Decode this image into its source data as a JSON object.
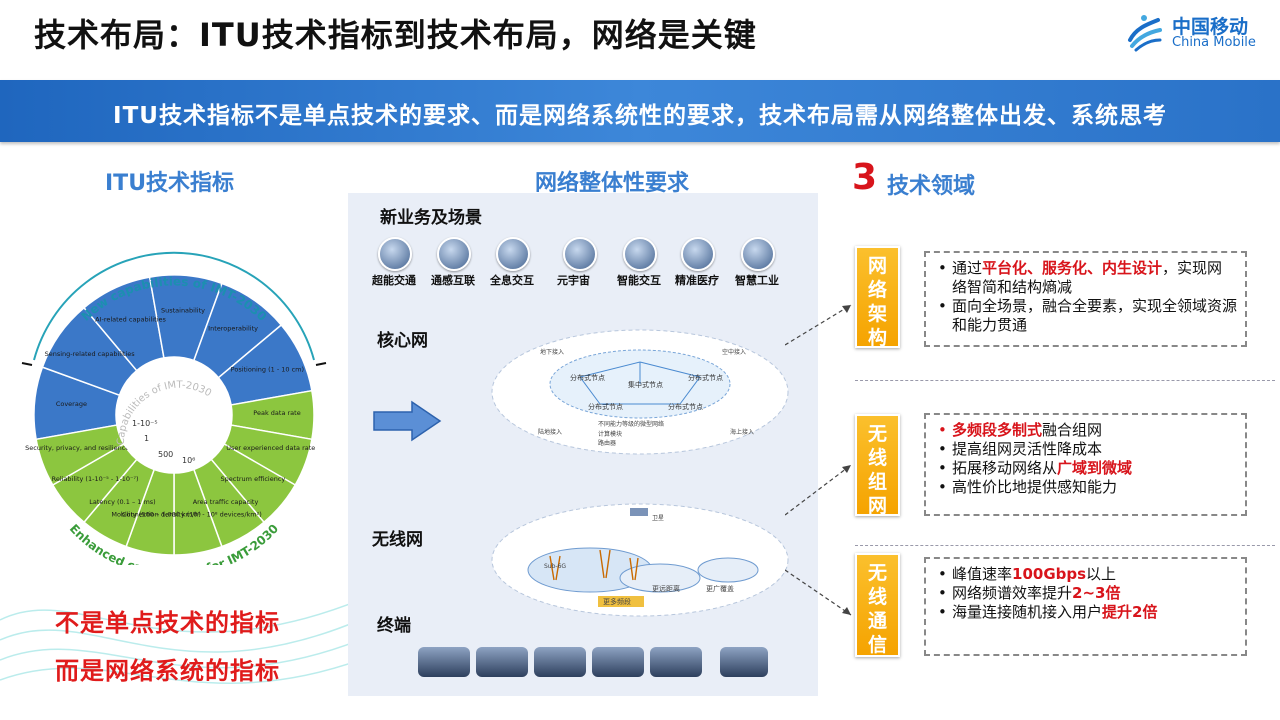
{
  "header": {
    "title": "技术布局：ITU技术指标到技术布局，网络是关键",
    "logo_cn": "中国移动",
    "logo_en": "China Mobile"
  },
  "banner": {
    "text": "ITU技术指标不是单点技术的要求、而是网络系统性的要求，技术布局需从网络整体出发、系统思考"
  },
  "left": {
    "heading": "ITU技术指标",
    "arc_top": "New capabilities of IMT-2030",
    "arc_bottom": "Enhanced capabilities for IMT-2030",
    "center_label": "Capabilities of IMT-2030",
    "blue_segments": [
      "Coverage",
      "Sensing-related capabilities",
      "AI-related capabilities",
      "Sustainability",
      "Interoperability",
      "Positioning (1 - 10 cm)"
    ],
    "green_segments": [
      "Peak data rate",
      "User experienced data rate",
      "Spectrum efficiency",
      "Area traffic capacity",
      "Connection density (10⁶ - 10⁸ devices/km²)",
      "Mobility (500 – 1,000 km/h)",
      "Latency (0.1 – 1 ms)",
      "Reliability (1-10⁻⁵ - 1-10⁻⁷)",
      "Security, privacy, and resilience"
    ],
    "scale_labels": [
      "1-10⁻⁵",
      "1",
      "500",
      "10⁶"
    ],
    "claim1": "不是单点技术的指标",
    "claim2": "而是网络系统的指标"
  },
  "middle": {
    "heading": "网络整体性要求",
    "scenes_title": "新业务及场景",
    "scenes": [
      "超能交通",
      "通感互联",
      "全息交互",
      "元宇宙",
      "智能交互",
      "精准医疗",
      "智慧工业"
    ],
    "core_label": "核心网",
    "core_nodes": [
      "分布式节点",
      "集中式节点",
      "分布式节点",
      "分布式节点",
      "分布式节点"
    ],
    "core_notes": [
      "地下接入",
      "空中接入",
      "陆地接入",
      "海上接入",
      "不同能力等级的微型网络",
      "计算模块",
      "路由器"
    ],
    "wireless_label": "无线网",
    "wireless_notes": [
      "卫星",
      "Sub-6G",
      "更多频段",
      "更远距离",
      "更广覆盖"
    ],
    "terminal_label": "终端"
  },
  "right": {
    "num": "3",
    "heading": "技术领域",
    "areas": [
      {
        "badge": [
          "网",
          "络",
          "架",
          "构"
        ],
        "items": [
          [
            {
              "t": "通过",
              "hl": false
            },
            {
              "t": "平台化、服务化、内生设计",
              "hl": true
            },
            {
              "t": "，实现网络智简和结构熵减",
              "hl": false
            }
          ],
          [
            {
              "t": "面向全场景，融合全要素，实现全领域资源和能力贯通",
              "hl": false
            }
          ]
        ]
      },
      {
        "badge": [
          "无",
          "线",
          "组",
          "网"
        ],
        "items": [
          [
            {
              "t": "多频段多制式",
              "hl": true
            },
            {
              "t": "融合组网",
              "hl": false
            }
          ],
          [
            {
              "t": "提高组网灵活性降成本",
              "hl": false
            }
          ],
          [
            {
              "t": "拓展移动网络从",
              "hl": false
            },
            {
              "t": "广域到微域",
              "hl": true
            }
          ],
          [
            {
              "t": "高性价比地提供感知能力",
              "hl": false
            }
          ]
        ]
      },
      {
        "badge": [
          "无",
          "线",
          "通",
          "信"
        ],
        "items": [
          [
            {
              "t": "峰值速率",
              "hl": false
            },
            {
              "t": "100Gbps",
              "hl": true
            },
            {
              "t": "以上",
              "hl": false
            }
          ],
          [
            {
              "t": "网络频谱效率提升",
              "hl": false
            },
            {
              "t": "2~3倍",
              "hl": true
            }
          ],
          [
            {
              "t": "海量连接随机接入用户",
              "hl": false
            },
            {
              "t": "提升2倍",
              "hl": true
            }
          ]
        ]
      }
    ]
  },
  "colors": {
    "accent_blue": "#1f66be",
    "heading_blue": "#3a7fd0",
    "highlight_red": "#d8141b",
    "badge_gold": "#f5a300",
    "wheel_blue": "#3b78c8",
    "wheel_green": "#8cc63f"
  }
}
